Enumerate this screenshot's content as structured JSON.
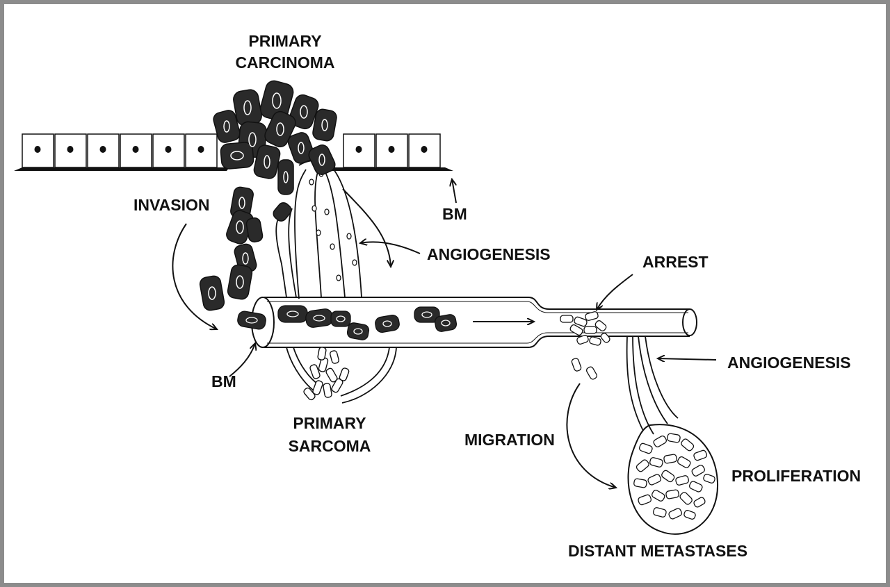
{
  "labels": {
    "primary_carcinoma_1": "PRIMARY",
    "primary_carcinoma_2": "CARCINOMA",
    "bm_top": "BM",
    "invasion": "INVASION",
    "angiogenesis_top": "ANGIOGENESIS",
    "arrest": "ARREST",
    "bm_bottom": "BM",
    "angiogenesis_right": "ANGIOGENESIS",
    "primary_sarcoma_1": "PRIMARY",
    "primary_sarcoma_2": "SARCOMA",
    "migration": "MIGRATION",
    "proliferation": "PROLIFERATION",
    "distant_metastases": "DISTANT METASTASES"
  },
  "colors": {
    "ink": "#111111",
    "frame": "#8c8c8c",
    "cell_dark": "#2a2a2a"
  }
}
